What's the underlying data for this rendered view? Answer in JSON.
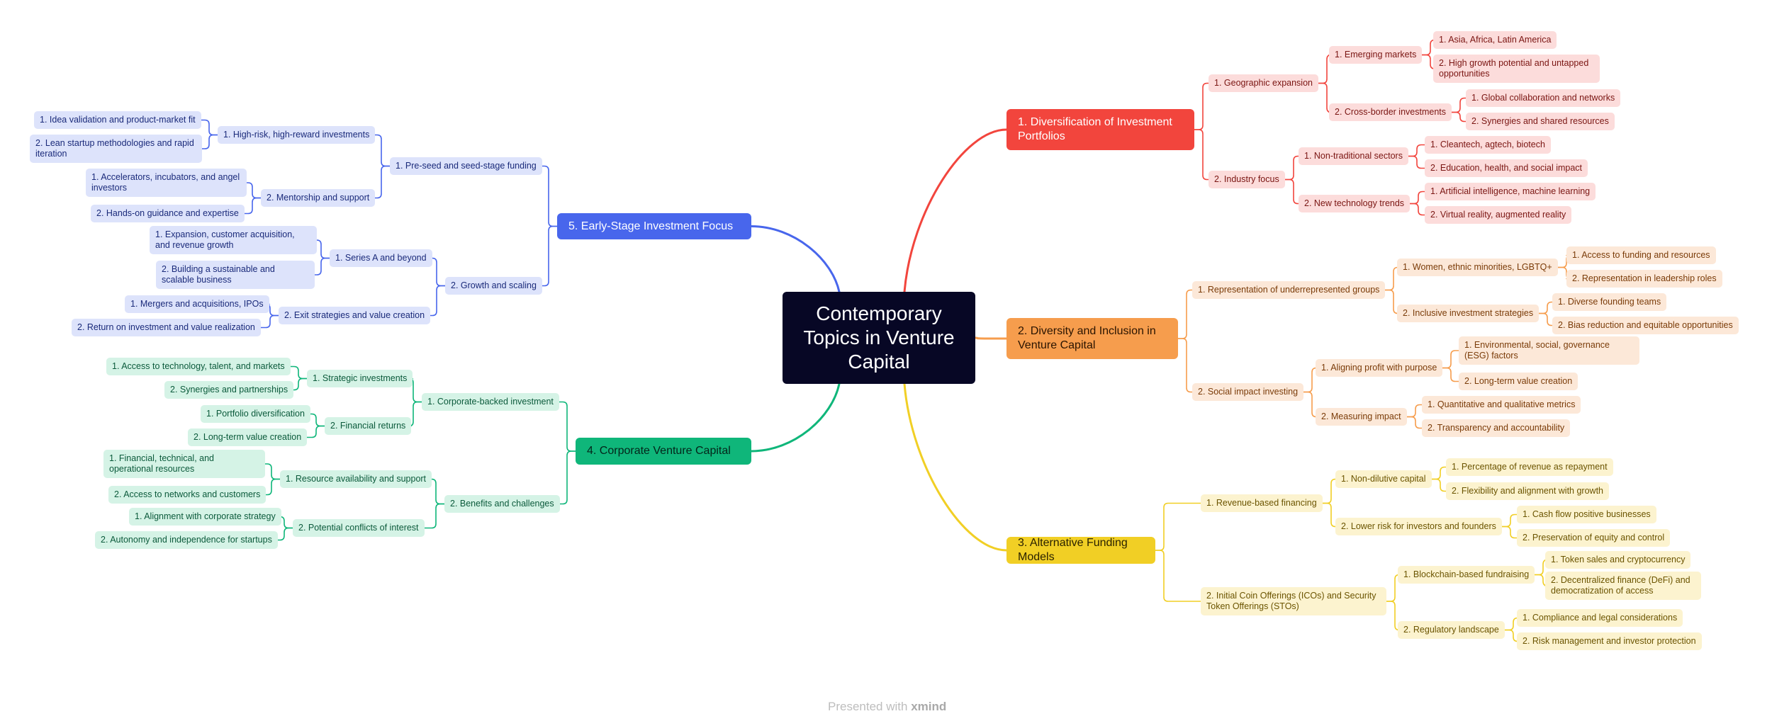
{
  "center": "Contemporary Topics in Venture Capital",
  "branches": {
    "b1": {
      "title": "1. Diversification of Investment Portfolios",
      "color": "#f2453d",
      "c1": "1. Geographic expansion",
      "c1a": "1. Emerging markets",
      "c1a1": "1. Asia, Africa, Latin America",
      "c1a2": "2. High growth potential and untapped opportunities",
      "c1b": "2. Cross-border investments",
      "c1b1": "1. Global collaboration and networks",
      "c1b2": "2. Synergies and shared resources",
      "c2": "2. Industry focus",
      "c2a": "1. Non-traditional sectors",
      "c2a1": "1. Cleantech, agtech, biotech",
      "c2a2": "2. Education, health, and social impact",
      "c2b": "2. New technology trends",
      "c2b1": "1. Artificial intelligence, machine learning",
      "c2b2": "2. Virtual reality, augmented reality"
    },
    "b2": {
      "title": "2. Diversity and Inclusion in Venture Capital",
      "color": "#f69d4d",
      "c1": "1. Representation of underrepresented groups",
      "c1a": "1. Women, ethnic minorities, LGBTQ+",
      "c1a1": "1. Access to funding and resources",
      "c1a2": "2. Representation in leadership roles",
      "c1b": "2. Inclusive investment strategies",
      "c1b1": "1. Diverse founding teams",
      "c1b2": "2. Bias reduction and equitable opportunities",
      "c2": "2. Social impact investing",
      "c2a": "1. Aligning profit with purpose",
      "c2a1": "1. Environmental, social, governance (ESG) factors",
      "c2a2": "2. Long-term value creation",
      "c2b": "2. Measuring impact",
      "c2b1": "1. Quantitative and qualitative metrics",
      "c2b2": "2. Transparency and accountability"
    },
    "b3": {
      "title": "3. Alternative Funding Models",
      "color": "#f1cf25",
      "c1": "1. Revenue-based financing",
      "c1a": "1. Non-dilutive capital",
      "c1a1": "1. Percentage of revenue as repayment",
      "c1a2": "2. Flexibility and alignment with growth",
      "c1b": "2. Lower risk for investors and founders",
      "c1b1": "1. Cash flow positive businesses",
      "c1b2": "2. Preservation of equity and control",
      "c2": "2. Initial Coin Offerings (ICOs) and Security Token Offerings (STOs)",
      "c2a": "1. Blockchain-based fundraising",
      "c2a1": "1. Token sales and cryptocurrency",
      "c2a2": "2. Decentralized finance (DeFi) and democratization of access",
      "c2b": "2. Regulatory landscape",
      "c2b1": "1. Compliance and legal considerations",
      "c2b2": "2. Risk management and investor protection"
    },
    "b4": {
      "title": "4. Corporate Venture Capital",
      "color": "#0fb67a",
      "c1": "1. Corporate-backed investment",
      "c1a": "1. Strategic investments",
      "c1a1": "1. Access to technology, talent, and markets",
      "c1a2": "2. Synergies and partnerships",
      "c1b": "2. Financial returns",
      "c1b1": "1. Portfolio diversification",
      "c1b2": "2. Long-term value creation",
      "c2": "2. Benefits and challenges",
      "c2a": "1. Resource availability and support",
      "c2a1": "1. Financial, technical, and operational resources",
      "c2a2": "2. Access to networks and customers",
      "c2b": "2. Potential conflicts of interest",
      "c2b1": "1. Alignment with corporate strategy",
      "c2b2": "2. Autonomy and independence for startups"
    },
    "b5": {
      "title": "5. Early-Stage Investment Focus",
      "color": "#4866ec",
      "c1": "1. Pre-seed and seed-stage funding",
      "c1a": "1. High-risk, high-reward investments",
      "c1a1": "1. Idea validation and product-market fit",
      "c1a2": "2. Lean startup methodologies and rapid iteration",
      "c1b": "2. Mentorship and support",
      "c1b1": "1. Accelerators, incubators, and angel investors",
      "c1b2": "2. Hands-on guidance and expertise",
      "c2": "2. Growth and scaling",
      "c2a": "1. Series A and beyond",
      "c2a1": "1. Expansion, customer acquisition, and revenue growth",
      "c2a2": "2. Building a sustainable and scalable business",
      "c2b": "2. Exit strategies and value creation",
      "c2b1": "1. Mergers and acquisitions, IPOs",
      "c2b2": "2. Return on investment and value realization"
    }
  },
  "footer": {
    "prefix": "Presented with",
    "brand": "xmind"
  }
}
